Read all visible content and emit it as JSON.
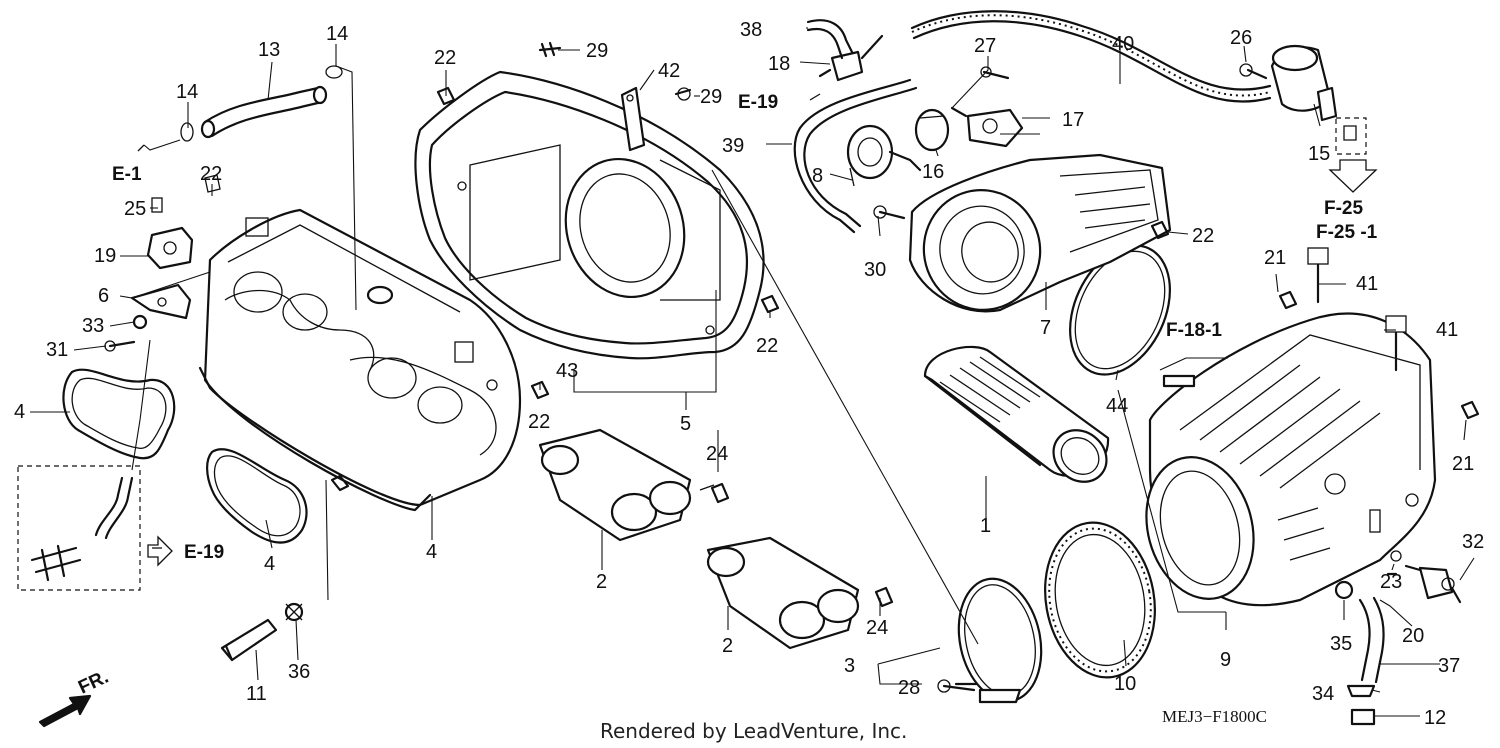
{
  "diagram": {
    "footer": "Rendered by LeadVenture, Inc.",
    "code": "MEJ3−F1800C",
    "direction": "FR.",
    "callouts": {
      "c1": "1",
      "c2a": "2",
      "c2b": "2",
      "c3": "3",
      "c4a": "4",
      "c4b": "4",
      "c4c": "4",
      "c5": "5",
      "c6": "6",
      "c7": "7",
      "c8": "8",
      "c9": "9",
      "c10": "10",
      "c11": "11",
      "c12": "12",
      "c13": "13",
      "c14a": "14",
      "c14b": "14",
      "c15": "15",
      "c16": "16",
      "c17": "17",
      "c18": "18",
      "c19": "19",
      "c20": "20",
      "c21a": "21",
      "c21b": "21",
      "c22a": "22",
      "c22b": "22",
      "c22c": "22",
      "c22d": "22",
      "c22e": "22",
      "c23": "23",
      "c24a": "24",
      "c24b": "24",
      "c25": "25",
      "c26": "26",
      "c27": "27",
      "c28": "28",
      "c29a": "29",
      "c29b": "29",
      "c30": "30",
      "c31": "31",
      "c32": "32",
      "c33": "33",
      "c34": "34",
      "c35": "35",
      "c36": "36",
      "c37": "37",
      "c38": "38",
      "c39": "39",
      "c40": "40",
      "c41a": "41",
      "c41b": "41",
      "c42": "42",
      "c43": "43",
      "c44": "44"
    },
    "refs": {
      "e1": "E-1",
      "e19a": "E-19",
      "e19b": "E-19",
      "f25": "F-25",
      "f251": "F-25 -1",
      "f181": "F-18-1"
    }
  }
}
